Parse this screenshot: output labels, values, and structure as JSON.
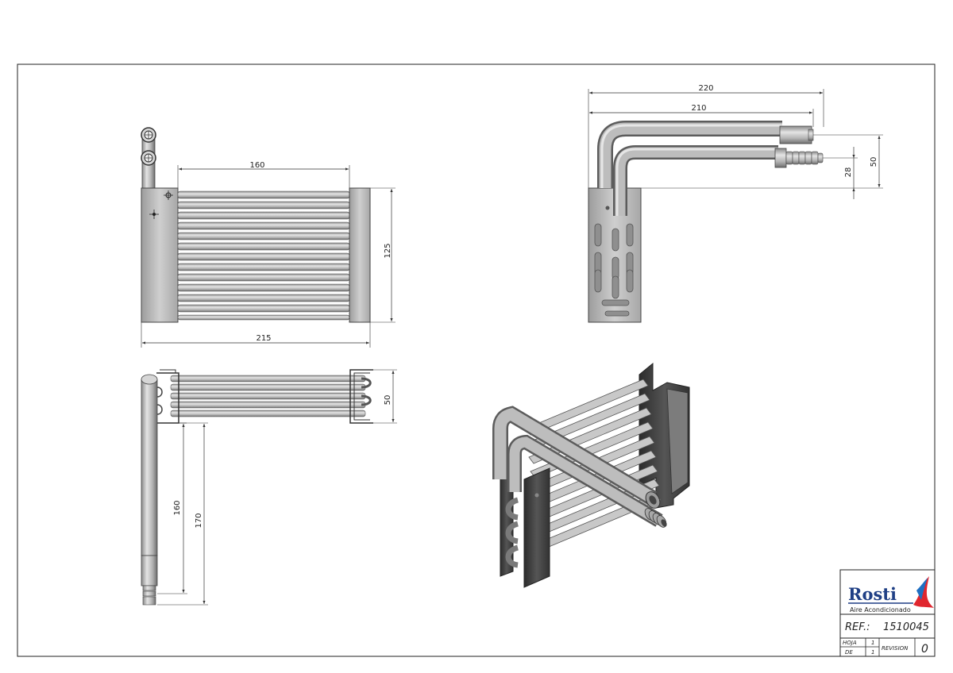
{
  "views": {
    "front": {
      "dimensions": [
        {
          "label": "160"
        },
        {
          "label": "125"
        },
        {
          "label": "215"
        }
      ]
    },
    "top": {
      "dimensions": [
        {
          "label": "50"
        },
        {
          "label": "160"
        },
        {
          "label": "170"
        }
      ]
    },
    "side": {
      "dimensions": [
        {
          "label": "220"
        },
        {
          "label": "210"
        },
        {
          "label": "28"
        },
        {
          "label": "50"
        }
      ]
    },
    "isometric": {}
  },
  "title_block": {
    "brand": "Rosti",
    "brand_subtitle": "Aire Acondicionado",
    "ref_label": "REF.:",
    "ref_value": "1510045",
    "sheet_label": "HOJA",
    "sheet_value": "1",
    "of_label": "DE",
    "of_value": "1",
    "revision_label": "REVISION",
    "revision_value": "0",
    "logo_color": "#e0262e",
    "brand_color": "#1f3f85"
  }
}
